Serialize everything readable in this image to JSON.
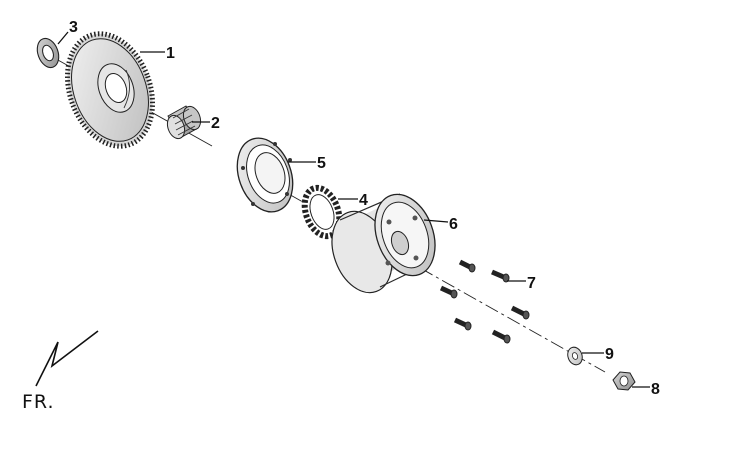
{
  "diagram": {
    "callouts": [
      {
        "id": "1",
        "label": "1"
      },
      {
        "id": "2",
        "label": "2"
      },
      {
        "id": "3",
        "label": "3"
      },
      {
        "id": "4",
        "label": "4"
      },
      {
        "id": "5",
        "label": "5"
      },
      {
        "id": "6",
        "label": "6"
      },
      {
        "id": "7",
        "label": "7"
      },
      {
        "id": "8",
        "label": "8"
      },
      {
        "id": "9",
        "label": "9"
      }
    ],
    "direction_marker": "FR."
  }
}
